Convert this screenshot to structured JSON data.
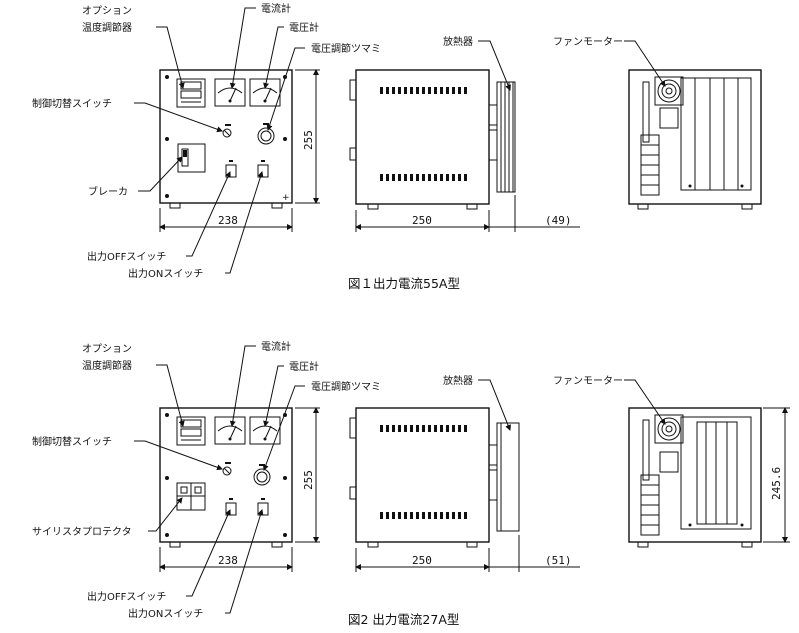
{
  "figure1": {
    "caption": "図１出力電流55A型",
    "labels": {
      "option": "オプション",
      "temp_controller": "温度調節器",
      "ammeter": "電流計",
      "voltmeter": "電圧計",
      "voltage_knob": "電圧調節ツマミ",
      "control_switch": "制御切替スイッチ",
      "breaker": "ブレーカ",
      "output_off": "出力OFFスイッチ",
      "output_on": "出力ONスイッチ",
      "heatsink": "放熱器",
      "fan_motor": "ファンモーター"
    },
    "dims": {
      "width": "238",
      "height": "255",
      "depth": "250",
      "extra": "(49)"
    }
  },
  "figure2": {
    "caption": "図2 出力電流27A型",
    "labels": {
      "option": "オプション",
      "temp_controller": "温度調節器",
      "ammeter": "電流計",
      "voltmeter": "電圧計",
      "voltage_knob": "電圧調節ツマミ",
      "control_switch": "制御切替スイッチ",
      "thyristor": "サイリスタプロテクタ",
      "output_off": "出力OFFスイッチ",
      "output_on": "出力ONスイッチ",
      "heatsink": "放熱器",
      "fan_motor": "ファンモーター"
    },
    "dims": {
      "width": "238",
      "height": "255",
      "depth": "250",
      "extra": "(51)",
      "rear_height": "245.6"
    }
  }
}
